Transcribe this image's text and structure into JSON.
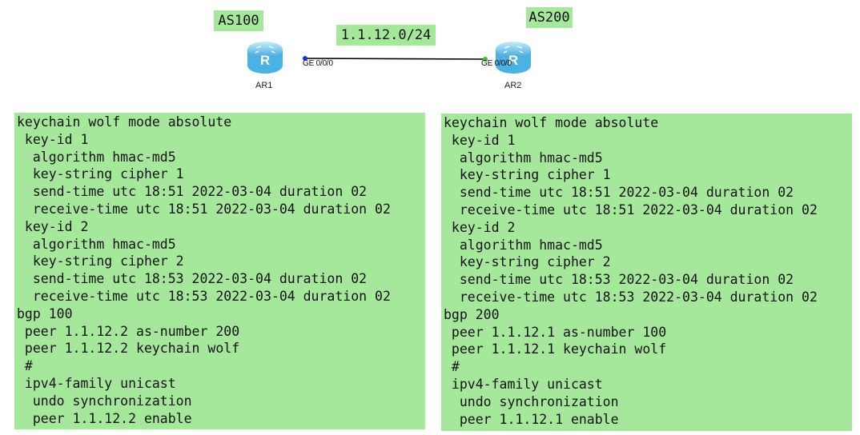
{
  "topology": {
    "as_left": "AS100",
    "as_right": "AS200",
    "subnet": "1.1.12.0/24",
    "router_left": {
      "name": "AR1",
      "interface": "GE 0/0/0"
    },
    "router_right": {
      "name": "AR2",
      "interface": "GE 0/0/0"
    },
    "colors": {
      "label_bg": "#a6e89b",
      "router_fill": "#7fd0f2",
      "link": "#000000",
      "link_dot_left": "#1f2fd6",
      "link_dot_right": "#3bbf2e"
    }
  },
  "config_left": {
    "lines": [
      "keychain wolf mode absolute",
      " key-id 1",
      "  algorithm hmac-md5",
      "  key-string cipher 1",
      "  send-time utc 18:51 2022-03-04 duration 02",
      "  receive-time utc 18:51 2022-03-04 duration 02",
      " key-id 2",
      "  algorithm hmac-md5",
      "  key-string cipher 2",
      "  send-time utc 18:53 2022-03-04 duration 02",
      "  receive-time utc 18:53 2022-03-04 duration 02",
      "bgp 100",
      " peer 1.1.12.2 as-number 200",
      " peer 1.1.12.2 keychain wolf",
      " #",
      " ipv4-family unicast",
      "  undo synchronization",
      "  peer 1.1.12.2 enable"
    ]
  },
  "config_right": {
    "lines": [
      "keychain wolf mode absolute",
      " key-id 1",
      "  algorithm hmac-md5",
      "  key-string cipher 1",
      "  send-time utc 18:51 2022-03-04 duration 02",
      "  receive-time utc 18:51 2022-03-04 duration 02",
      " key-id 2",
      "  algorithm hmac-md5",
      "  key-string cipher 2",
      "  send-time utc 18:53 2022-03-04 duration 02",
      "  receive-time utc 18:53 2022-03-04 duration 02",
      "bgp 200",
      " peer 1.1.12.1 as-number 100",
      " peer 1.1.12.1 keychain wolf",
      " #",
      " ipv4-family unicast",
      "  undo synchronization",
      "  peer 1.1.12.1 enable"
    ]
  }
}
